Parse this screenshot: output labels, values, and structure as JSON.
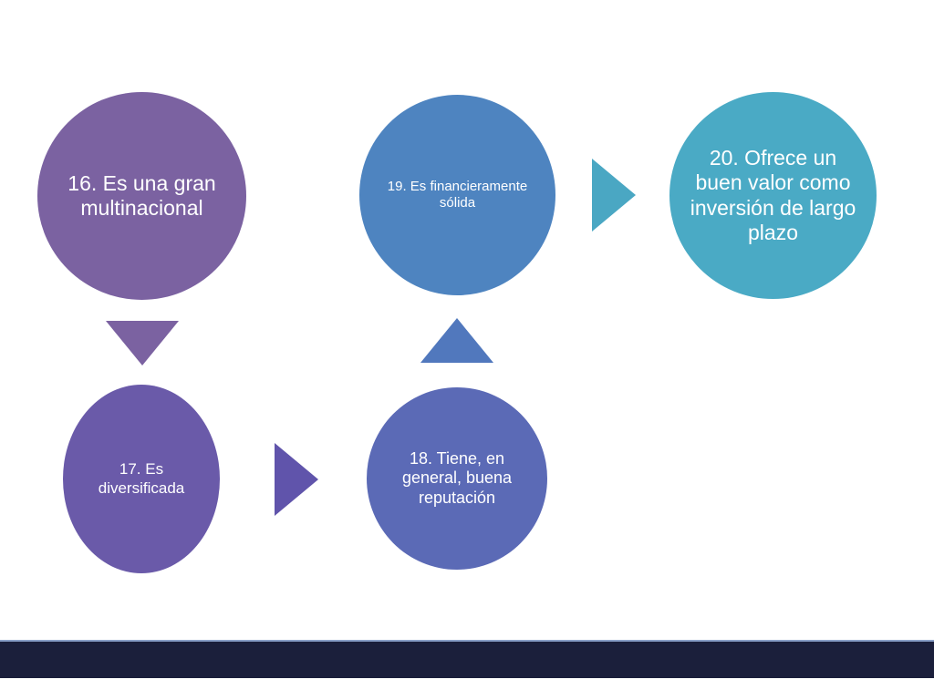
{
  "diagram": {
    "nodes": [
      {
        "id": "16",
        "label": "16. Es una gran multinacional",
        "color": "#7b62a1"
      },
      {
        "id": "17",
        "label": "17. Es diversificada",
        "color": "#6a5aa9"
      },
      {
        "id": "18",
        "label": "18. Tiene, en general, buena reputación",
        "color": "#5b6ab6"
      },
      {
        "id": "19",
        "label": "19. Es financieramente sólida",
        "color": "#4e84c0"
      },
      {
        "id": "20",
        "label": "20. Ofrece un buen valor como inversión de largo plazo",
        "color": "#4aaac5"
      }
    ],
    "flow": [
      "16",
      "17",
      "18",
      "19",
      "20"
    ],
    "arrow_directions": [
      "down",
      "right",
      "up",
      "right"
    ]
  },
  "footer": {
    "bar_color": "#1b1f3b"
  }
}
